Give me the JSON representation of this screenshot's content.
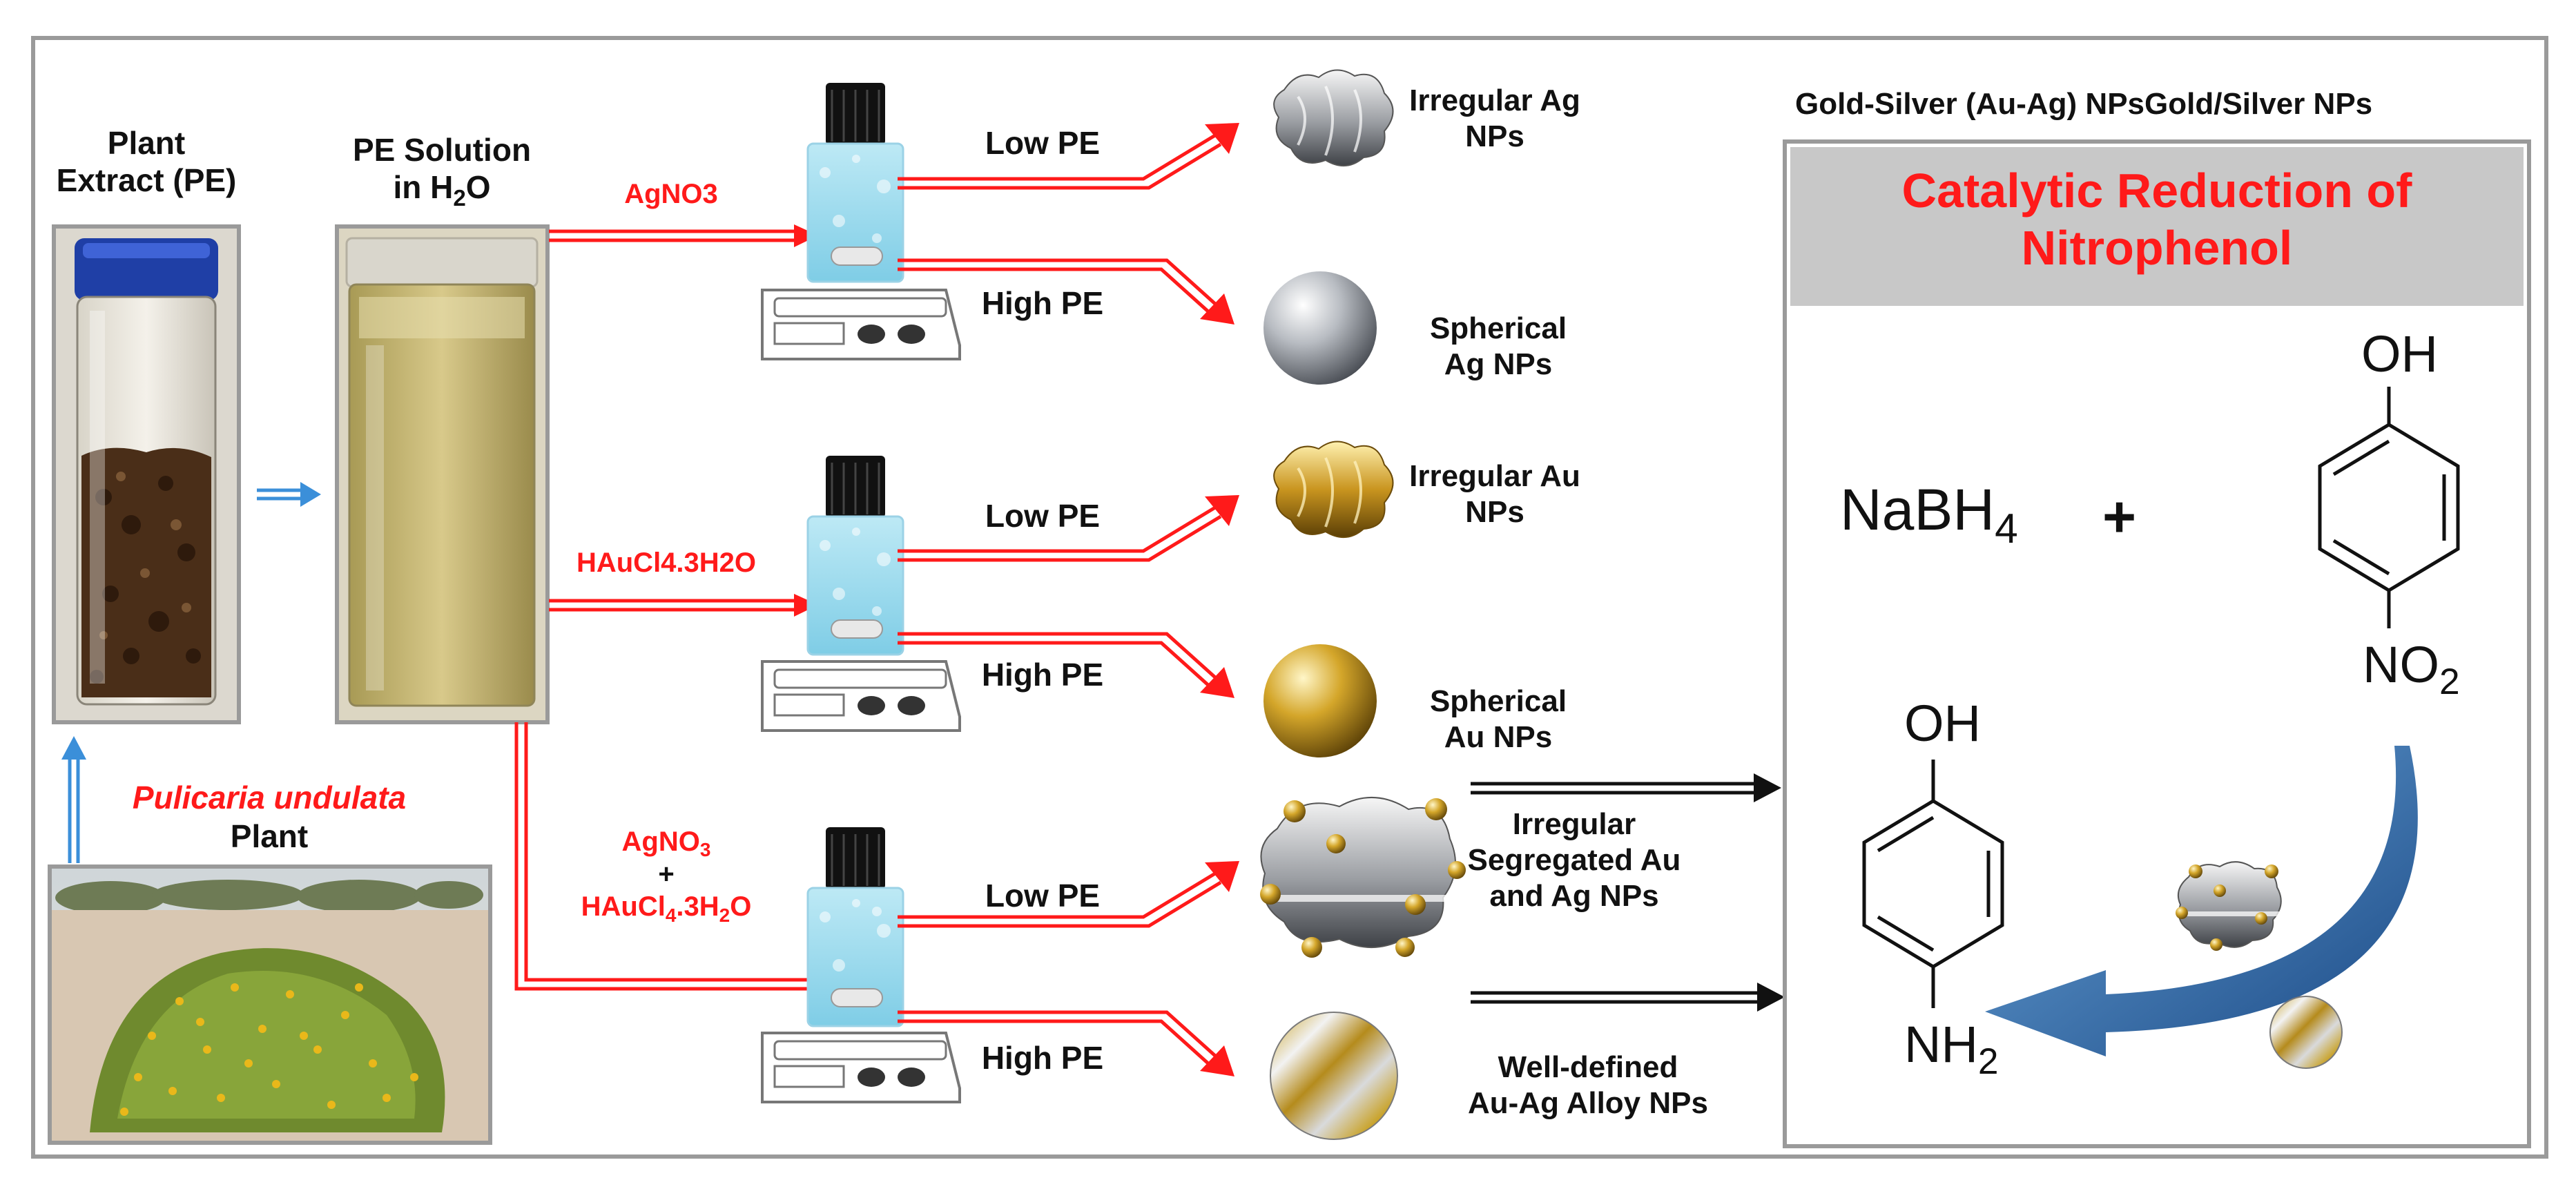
{
  "inputs": {
    "plant_extract_label": "Plant\nExtract (PE)",
    "pe_solution_label": "PE Solution",
    "pe_solution_sub_prefix": "in H",
    "pe_solution_sub_index": "2",
    "pe_solution_sub_suffix": "O",
    "plant_species": "Pulicaria undulata",
    "plant_word": "Plant"
  },
  "reagents": {
    "agno3": "AgNO3",
    "haucl4": "HAuCl4.3H2O",
    "combo_top_prefix": "AgNO",
    "combo_top_index": "3",
    "combo_plus": "+",
    "combo_bottom_prefix": "HAuCl",
    "combo_bottom_index1": "4",
    "combo_bottom_mid": ".3H",
    "combo_bottom_index2": "2",
    "combo_bottom_suffix": "O"
  },
  "conditions": {
    "low": "Low PE",
    "high": "High PE"
  },
  "products": {
    "irregular_ag": "Irregular Ag\nNPs",
    "spherical_ag": "Spherical\nAg NPs",
    "irregular_au": "Irregular Au\nNPs",
    "spherical_au": "Spherical\nAu NPs",
    "segregated": "Irregular\nSegregated Au\nand Ag NPs",
    "alloy": "Well-defined\nAu-Ag Alloy NPs"
  },
  "catalysis": {
    "header_left": "Gold-Silver (Au-Ag) NPs",
    "header_right": "Gold/Silver NPs",
    "title_line1": "Catalytic Reduction of",
    "title_line2": "Nitrophenol",
    "reducer_prefix": "NaBH",
    "reducer_index": "4",
    "plus": "+",
    "oh_top": "OH",
    "no2_prefix": "NO",
    "no2_index": "2",
    "oh_bottom": "OH",
    "nh2_prefix": "NH",
    "nh2_index": "2"
  },
  "colors": {
    "arrow_red": "#ff1a1a",
    "arrow_blue": "#3b8fd9",
    "title_red": "#ff1a1a",
    "curved_arrow": "#1f4e8c",
    "box_header_gray": "#c8c8c8",
    "silver": "#9ea3a8",
    "gold": "#c9a227"
  }
}
